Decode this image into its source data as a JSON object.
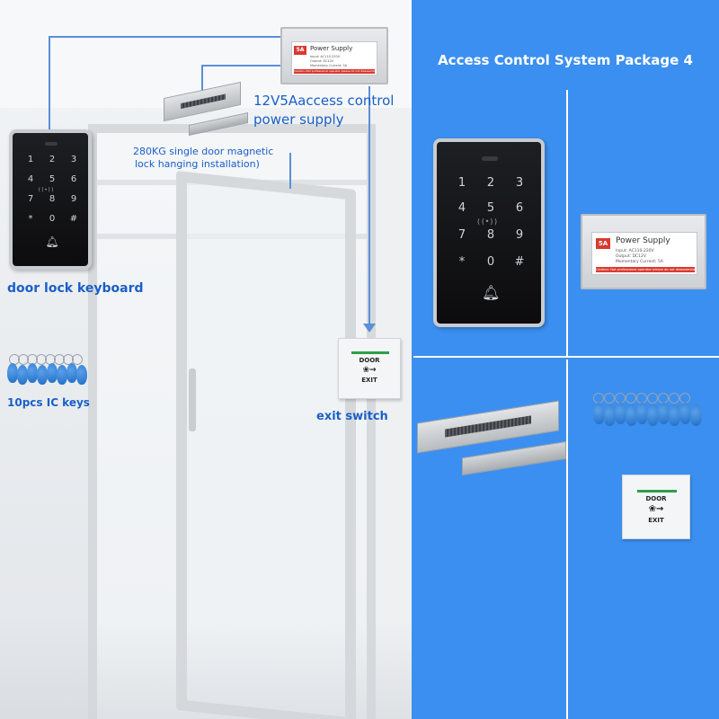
{
  "colors": {
    "accent_blue": "#3b8ff0",
    "label_blue": "#1a5fc8",
    "warning_red": "#d93a2f",
    "exit_green": "#2f9e4a"
  },
  "package_title": "Access Control System Package 4",
  "labels": {
    "power_supply_line1": "12V5Aaccess control",
    "power_supply_line2": "power supply",
    "maglock_line1": "280KG single door magnetic",
    "maglock_line2": "lock hanging installation)",
    "keyboard": "door lock keyboard",
    "ic_keys": "10pcs IC keys",
    "exit_switch": "exit switch"
  },
  "keypad": {
    "keys": [
      "1",
      "2",
      "3",
      "4",
      "5",
      "6",
      "7",
      "8",
      "9",
      "*",
      "0",
      "#"
    ],
    "card_mark": "((•))"
  },
  "power_supply": {
    "amp": "5A",
    "title": "Power  Supply",
    "input": "Input: AC110-220V",
    "output": "Output: DC12V",
    "current": "Momentary Current: 5A",
    "warning": "Caution: Not professional operator please do not disassemble"
  },
  "exit_switch": {
    "line1": "DOOR",
    "key_glyph": "❀→",
    "line2": "EXIT"
  }
}
